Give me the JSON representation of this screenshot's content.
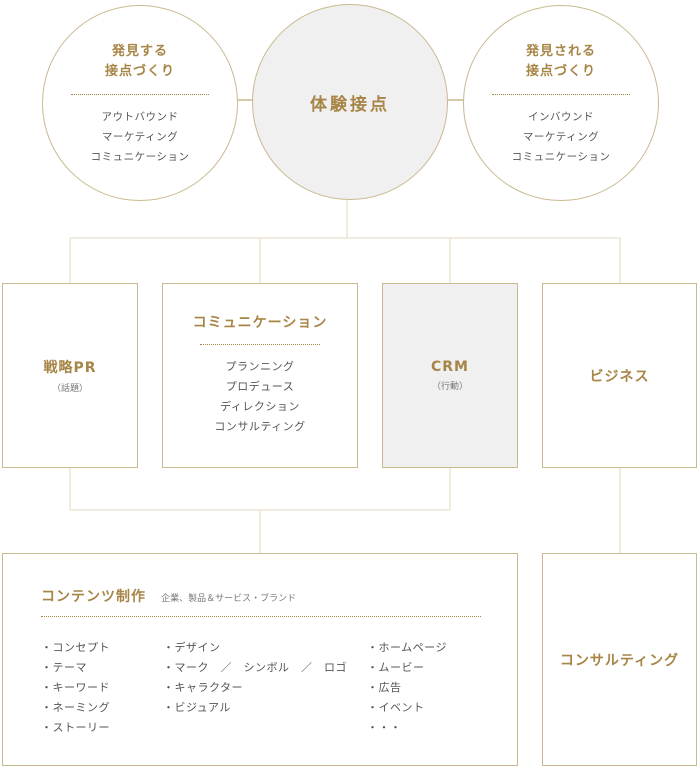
{
  "colors": {
    "accent": "#a78546",
    "line": "#c9b98e",
    "gray_fill": "#f0f0f0"
  },
  "circles": {
    "left": {
      "title_1": "発見する",
      "title_2": "接点づくり",
      "lines": [
        "アウトバウンド",
        "マーケティング",
        "コミュニケーション"
      ]
    },
    "center": {
      "title": "体験接点"
    },
    "right": {
      "title_1": "発見される",
      "title_2": "接点づくり",
      "lines": [
        "インバウンド",
        "マーケティング",
        "コミュニケーション"
      ]
    }
  },
  "boxes": {
    "strategic_pr": {
      "title": "戦略PR",
      "sub": "（話題）"
    },
    "communication": {
      "title": "コミュニケーション",
      "items": [
        "プランニング",
        "プロデュース",
        "ディレクション",
        "コンサルティング"
      ]
    },
    "crm": {
      "title": "CRM",
      "sub": "（行動）"
    },
    "business": {
      "title": "ビジネス"
    },
    "content": {
      "title": "コンテンツ制作",
      "subtitle": "企業、製品＆サービス・ブランド",
      "col1": [
        "・コンセプト",
        "・テーマ",
        "・キーワード",
        "・ネーミング",
        "・ストーリー"
      ],
      "col2": [
        "・デザイン",
        "・マーク　／　シンボル　／　ロゴ",
        "・キャラクター",
        "・ビジュアル"
      ],
      "col3": [
        "・ホームページ",
        "・ムービー",
        "・広告",
        "・イベント",
        "・・・"
      ]
    },
    "consulting": {
      "title": "コンサルティング"
    }
  }
}
